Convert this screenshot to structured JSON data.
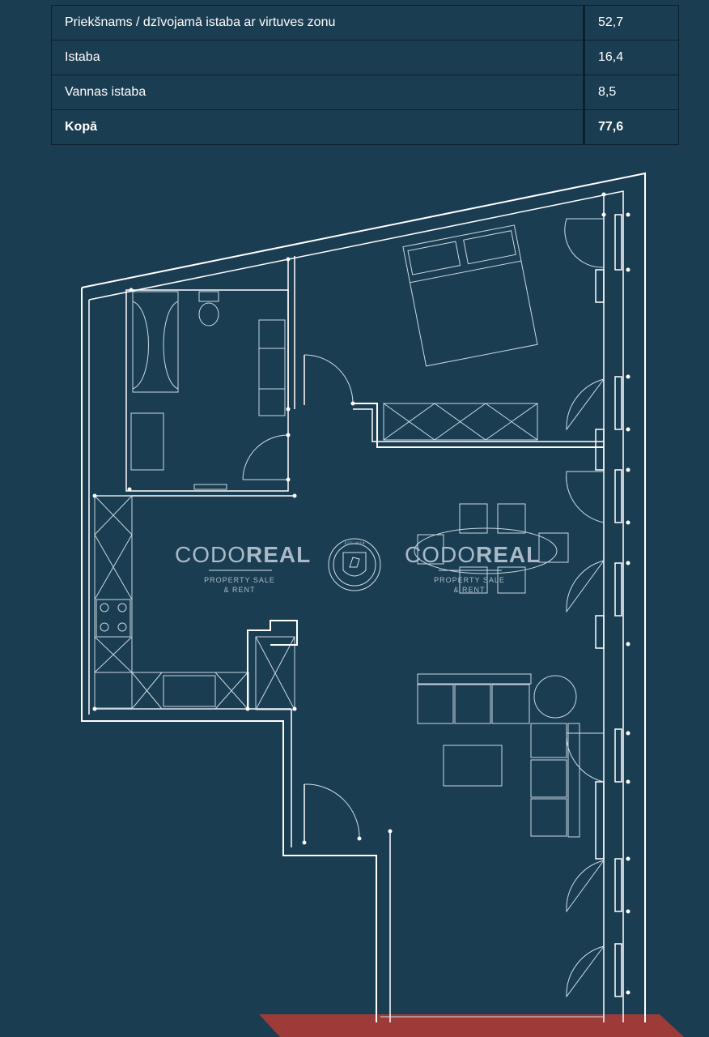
{
  "area_table": {
    "rows": [
      {
        "room": "Priekšnams / dzīvojamā istaba ar virtuves zonu",
        "area": "52,7"
      },
      {
        "room": "Istaba",
        "area": "16,4"
      },
      {
        "room": "Vannas istaba",
        "area": "8,5"
      }
    ],
    "total": {
      "label": "Kopā",
      "area": "77,6"
    }
  },
  "watermark": {
    "brand_left_a": "CODO",
    "brand_left_b": "REAL",
    "tagline_1": "PROPERTY SALE",
    "tagline_2": "& RENT",
    "seal_text": "EST. 2014",
    "brand_right_a": "CODO",
    "brand_right_b": "REAL",
    "tagline_right_1": "PROPERTY SALE",
    "tagline_right_2": "& RENT"
  },
  "colors": {
    "background": "#1b3d51",
    "table_border": "#0d1f2b",
    "accent_bar": "#9c3b38"
  }
}
